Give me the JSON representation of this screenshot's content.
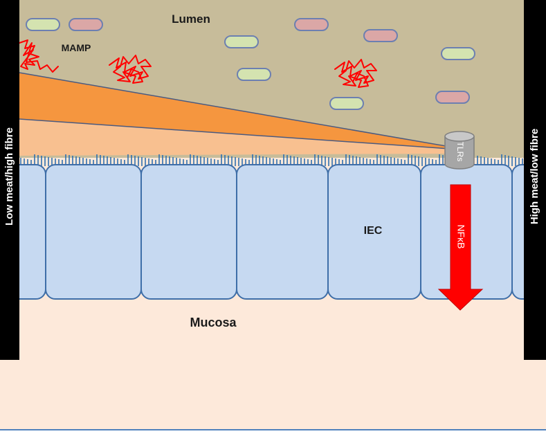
{
  "labels": {
    "lumen": "Lumen",
    "mamp": "MAMP",
    "tlrs": "TLRs",
    "iec": "IEC",
    "nfkb": "NFκB",
    "mucosa": "Mucosa",
    "left_bar": "Low meat/high fibre",
    "right_bar": "High meat/low fibre"
  },
  "colors": {
    "lumen_bg": "#c7bc9a",
    "mucosa_bg": "#fde9da",
    "cell_fill": "#c6d9f1",
    "cell_stroke": "#3e6ea8",
    "microvilli": "#2e6fb0",
    "wedge_dark": "#f5963f",
    "wedge_light": "#f8c090",
    "green_bacteria": "#d4e3b0",
    "pink_bacteria": "#dba7a6",
    "bacteria_stroke": "#6c7fb1",
    "mamp": "#ff0000",
    "receptor": "#a6a6a6",
    "arrow": "#ff0000",
    "bar": "#000000"
  }
}
